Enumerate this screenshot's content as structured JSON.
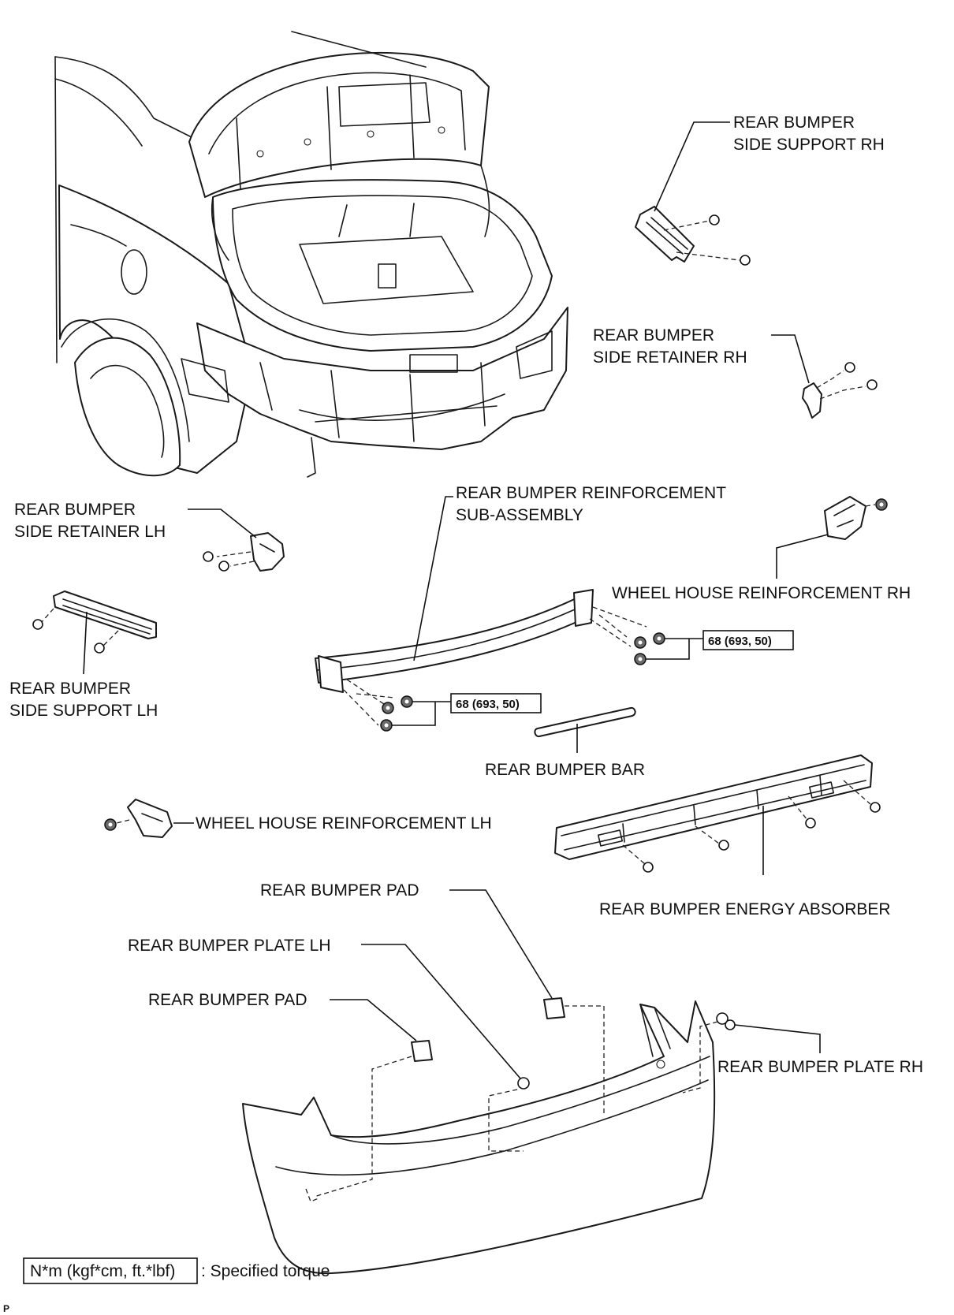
{
  "labels": {
    "side_support_rh": [
      "REAR BUMPER",
      "SIDE SUPPORT RH"
    ],
    "side_retainer_rh": [
      "REAR BUMPER",
      "SIDE RETAINER RH"
    ],
    "reinforcement_sub_assembly": [
      "REAR BUMPER REINFORCEMENT",
      "SUB-ASSEMBLY"
    ],
    "side_retainer_lh": [
      "REAR BUMPER",
      "SIDE RETAINER LH"
    ],
    "wheel_house_reinforcement_rh": "WHEEL HOUSE REINFORCEMENT RH",
    "side_support_lh": [
      "REAR BUMPER",
      "SIDE SUPPORT LH"
    ],
    "bumper_bar": "REAR BUMPER BAR",
    "wheel_house_reinforcement_lh": "WHEEL HOUSE REINFORCEMENT LH",
    "energy_absorber": "REAR BUMPER ENERGY ABSORBER",
    "bumper_pad_upper": "REAR BUMPER PAD",
    "bumper_plate_lh": "REAR BUMPER PLATE LH",
    "bumper_pad_lower": "REAR BUMPER PAD",
    "bumper_plate_rh": "REAR BUMPER PLATE RH"
  },
  "torque_specs": [
    "68 (693, 50)",
    "68 (693, 50)"
  ],
  "legend": {
    "unit_box": "N*m (kgf*cm, ft.*lbf)",
    "text": ": Specified torque"
  },
  "corner_mark": "P"
}
